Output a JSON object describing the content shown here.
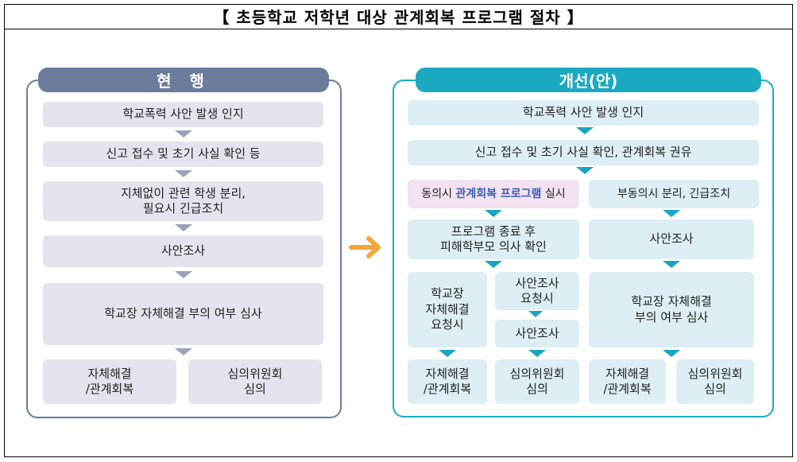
{
  "title": "【 초등학교 저학년 대상 관계회복 프로그램 절차 】",
  "current": {
    "header": "현 행",
    "steps": [
      "학교폭력 사안 발생 인지",
      "신고 접수 및 초기 사실 확인 등",
      "지체없이 관련 학생 분리,",
      "필요시 긴급조치",
      "사안조사",
      "학교장 자체해결 부의 여부 심사"
    ],
    "outcomes": [
      [
        "자체해결",
        "/관계회복"
      ],
      [
        "심의위원회",
        "심의"
      ]
    ]
  },
  "proposed": {
    "header": "개선(안)",
    "step1": "학교폭력 사안 발생 인지",
    "step2": "신고 접수 및 초기 사실 확인, 관계회복 권유",
    "agree_prefix": "동의시 ",
    "agree_highlight": "관계회복 프로그램",
    "agree_suffix": " 실시",
    "disagree": "부동의시 분리, 긴급조치",
    "program_end": [
      "프로그램 종료 후",
      "피해학부모 의사 확인"
    ],
    "investigation": "사안조사",
    "self_request": [
      "학교장",
      "자체해결",
      "요청시"
    ],
    "inv_request": [
      "사안조사",
      "요청시"
    ],
    "inv": "사안조사",
    "review": [
      "학교장 자체해결",
      "부의 여부 심사"
    ],
    "outcomes": [
      [
        "자체해결",
        "/관계회복"
      ],
      [
        "심의위원회",
        "심의"
      ],
      [
        "자체해결",
        "/관계회복"
      ],
      [
        "심의위원회",
        "심의"
      ]
    ]
  },
  "colors": {
    "current": "#6b7c9c",
    "proposed": "#1badc3",
    "arrow": "#f5a53a"
  }
}
